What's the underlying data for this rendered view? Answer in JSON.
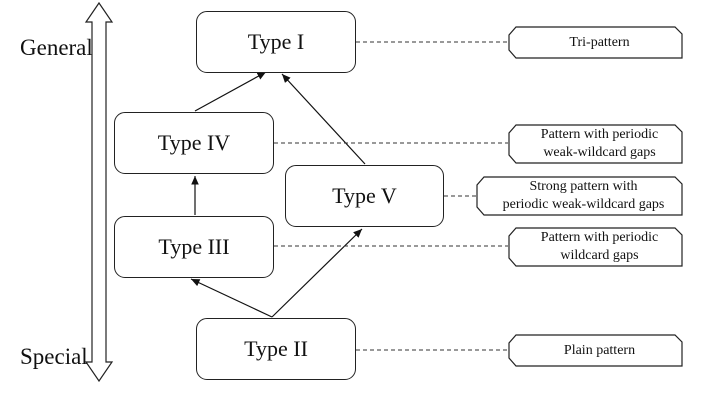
{
  "axis": {
    "top_label": "General",
    "bottom_label": "Special"
  },
  "types": {
    "type1": "Type I",
    "type2": "Type II",
    "type3": "Type III",
    "type4": "Type IV",
    "type5": "Type V"
  },
  "descriptions": {
    "type1": [
      "Tri-pattern"
    ],
    "type4": [
      "Pattern with periodic",
      "weak-wildcard gaps"
    ],
    "type5": [
      "Strong pattern with",
      "periodic weak-wildcard gaps"
    ],
    "type3": [
      "Pattern with periodic",
      "wildcard gaps"
    ],
    "type2": [
      "Plain pattern"
    ]
  }
}
